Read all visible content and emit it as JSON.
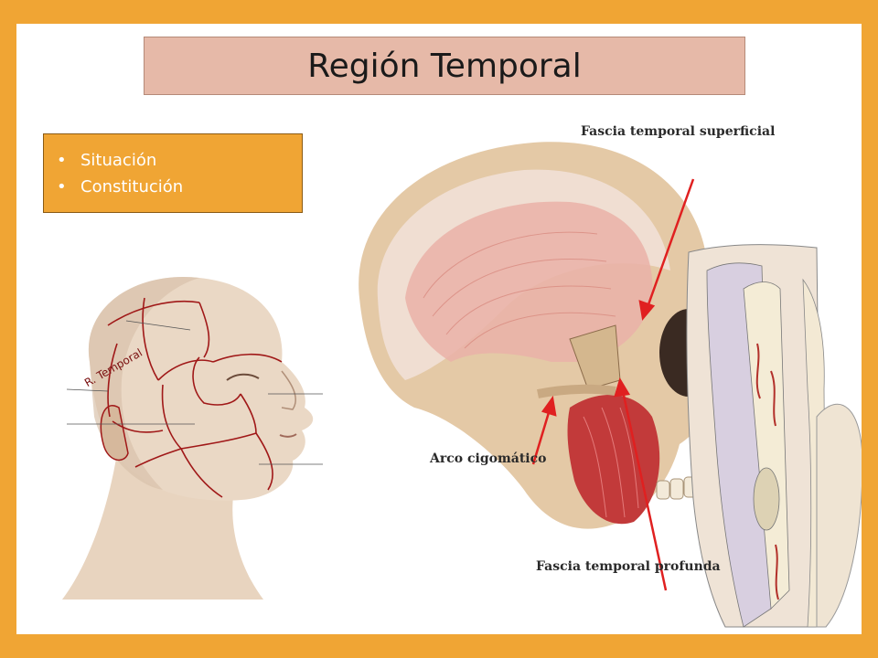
{
  "slide": {
    "title": "Región Temporal",
    "bullets": [
      "Situación",
      "Constitución"
    ]
  },
  "face_figure": {
    "region_label": "R. Temporal"
  },
  "skull_figure": {
    "labels": {
      "superficial": "Fascia temporal superficial",
      "zygomatic": "Arco cigomático",
      "deep": "Fascia temporal profunda"
    }
  },
  "colors": {
    "frame": "#f0a534",
    "title_bg": "#e6b9a8",
    "bullet_text": "#ffffff",
    "arrow": "#e02020",
    "region_line": "#a01818"
  }
}
